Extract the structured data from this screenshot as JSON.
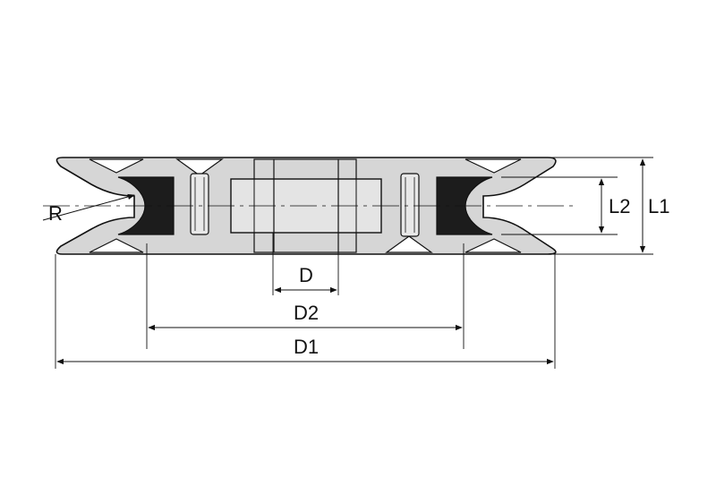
{
  "labels": {
    "R": "R",
    "D": "D",
    "D2": "D2",
    "D1": "D1",
    "L2": "L2",
    "L1": "L1"
  },
  "colors": {
    "body": "#d6d6d6",
    "outline": "#111111",
    "insert": "#1c1c1c",
    "bore": "#cfcfcf",
    "background": "#ffffff"
  }
}
